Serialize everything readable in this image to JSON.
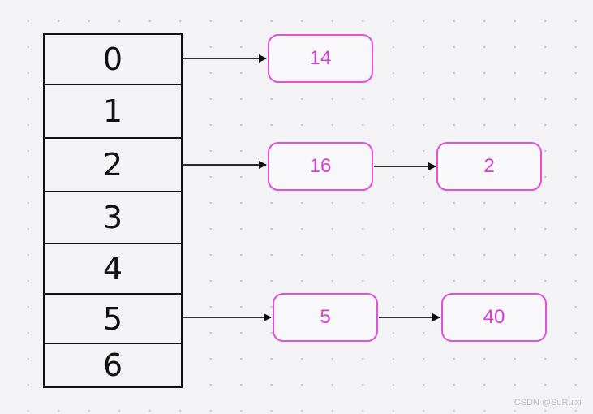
{
  "table": {
    "indices": [
      "0",
      "1",
      "2",
      "3",
      "4",
      "5",
      "6"
    ]
  },
  "chains": [
    {
      "index": "0",
      "nodes": [
        "14"
      ]
    },
    {
      "index": "2",
      "nodes": [
        "16",
        "2"
      ]
    },
    {
      "index": "5",
      "nodes": [
        "5",
        "40"
      ]
    }
  ],
  "watermark": "CSDN @SuRuixi",
  "colors": {
    "node_border": "#e050dd",
    "node_text": "#d63fd3",
    "line": "#111111",
    "background": "#f3f2f5"
  }
}
